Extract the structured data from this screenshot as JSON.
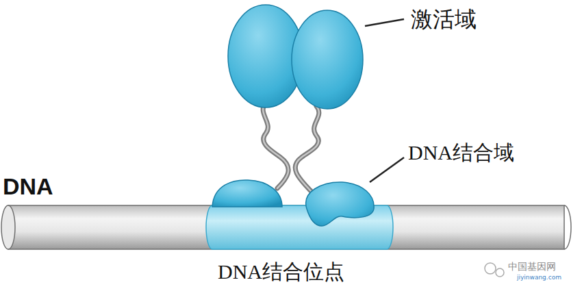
{
  "diagram": {
    "labels": [
      "激活域",
      "DNA结合域",
      "DNA",
      "DNA结合位点",
      "中国基因网",
      "jiyinwang.com"
    ]
  }
}
